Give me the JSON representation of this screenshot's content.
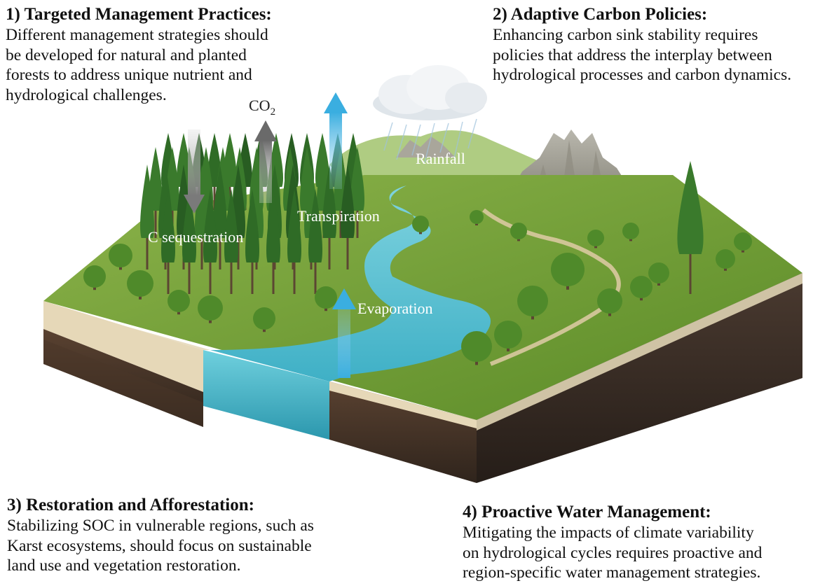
{
  "panels": {
    "targeted": {
      "heading": "1) Targeted Management Practices:",
      "lines": [
        "Different management strategies should",
        "be developed for natural and planted",
        "forests to address unique nutrient and",
        "hydrological challenges."
      ]
    },
    "adaptive": {
      "heading": "2) Adaptive Carbon Policies:",
      "lines": [
        "Enhancing carbon sink stability requires",
        "policies that address the interplay between",
        "hydrological processes and carbon dynamics."
      ]
    },
    "restoration": {
      "heading": "3) Restoration and Afforestation:",
      "lines": [
        "Stabilizing SOC in vulnerable regions, such as",
        "Karst ecosystems, should focus on sustainable",
        "land use and vegetation restoration."
      ]
    },
    "water": {
      "heading": "4) Proactive Water Management:",
      "lines": [
        "Mitigating the impacts of climate variability",
        "on hydrological cycles requires proactive and",
        "region-specific water management strategies."
      ]
    }
  },
  "labels": {
    "co2_main": "CO",
    "co2_sub": "2",
    "c_sequestration": "C sequestration",
    "transpiration": "Transpiration",
    "evaporation": "Evaporation",
    "rainfall": "Rainfall"
  },
  "colors": {
    "grass": "#6f9a2f",
    "grass_dark": "#4e7a22",
    "soil": "#4a3528",
    "soil_dark": "#2e241d",
    "river": "#5ec4d6",
    "arrow_blue": "#4fb2dc",
    "arrow_gray": "#8a8a8a",
    "tree": "#2f6b26"
  }
}
